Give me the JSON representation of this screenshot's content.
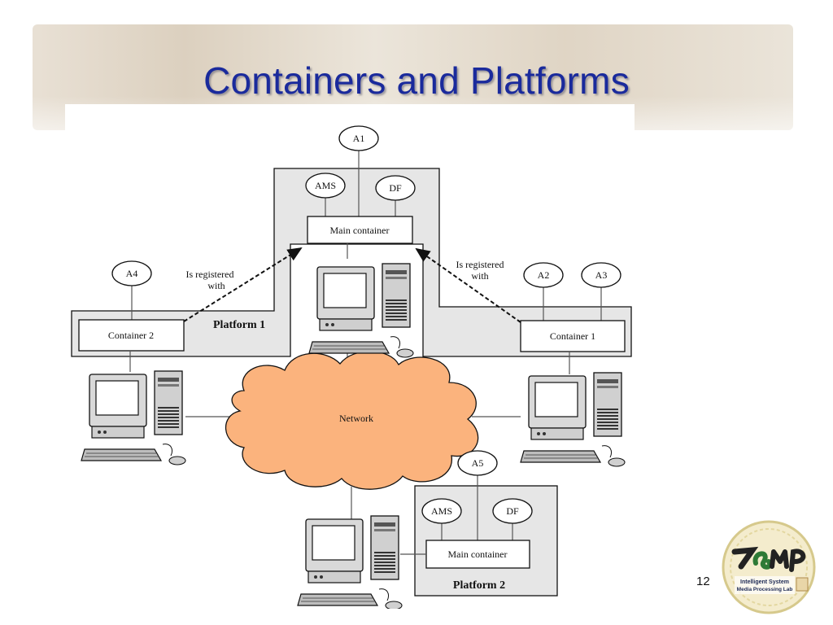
{
  "slide": {
    "title": "Containers and Platforms",
    "page_number": "12"
  },
  "diagram": {
    "agents": {
      "a1": "A1",
      "a2": "A2",
      "a3": "A3",
      "a4": "A4",
      "a5": "A5",
      "ams_1": "AMS",
      "df_1": "DF",
      "ams_2": "AMS",
      "df_2": "DF"
    },
    "containers": {
      "main_1": "Main container",
      "container_1": "Container 1",
      "container_2": "Container 2",
      "main_2": "Main container"
    },
    "platforms": {
      "platform_1": "Platform 1",
      "platform_2": "Platform 2"
    },
    "registration": {
      "left_line1": "Is registered",
      "left_line2": "with",
      "right_line1": "Is registered",
      "right_line2": "with"
    },
    "network_label": "Network"
  },
  "logo": {
    "text_line1": "Intelligent System",
    "text_line2": "Media Processing Lab"
  },
  "colors": {
    "title": "#1a2a9c",
    "platform_fill": "#e6e6e6",
    "network_fill": "#fbb37d"
  }
}
